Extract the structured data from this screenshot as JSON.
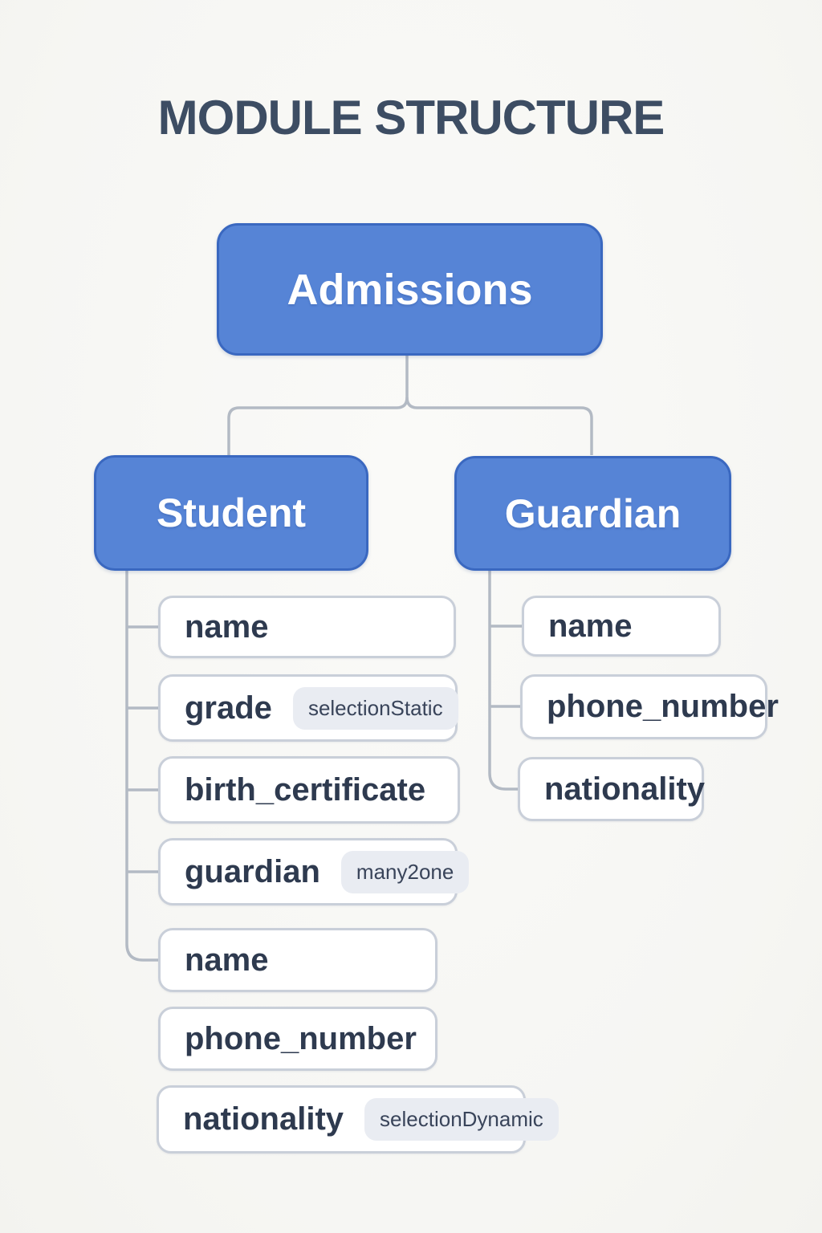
{
  "title": "MODULE STRUCTURE",
  "tree": {
    "root": {
      "label": "Admissions"
    },
    "children": [
      {
        "label": "Student",
        "fields": [
          {
            "label": "name"
          },
          {
            "label": "grade",
            "badge": "selectionStatic"
          },
          {
            "label": "birth_certificate"
          },
          {
            "label": "guardian",
            "badge": "many2one"
          },
          {
            "label": "name"
          },
          {
            "label": "phone_number"
          },
          {
            "label": "nationality",
            "badge": "selectionDynamic"
          }
        ]
      },
      {
        "label": "Guardian",
        "fields": [
          {
            "label": "name"
          },
          {
            "label": "phone_number"
          },
          {
            "label": "nationality"
          }
        ]
      }
    ]
  },
  "colors": {
    "node_fill": "#5684d6",
    "node_border": "#3a68c0",
    "node_text": "#ffffff",
    "field_border": "#c9cfd9",
    "field_text": "#2e3a4f",
    "badge_background": "#e9ecf2",
    "badge_text": "#39445a",
    "connector_line": "#b3bac4",
    "title_text": "#3d4d63",
    "background": "#f7f7f4"
  }
}
